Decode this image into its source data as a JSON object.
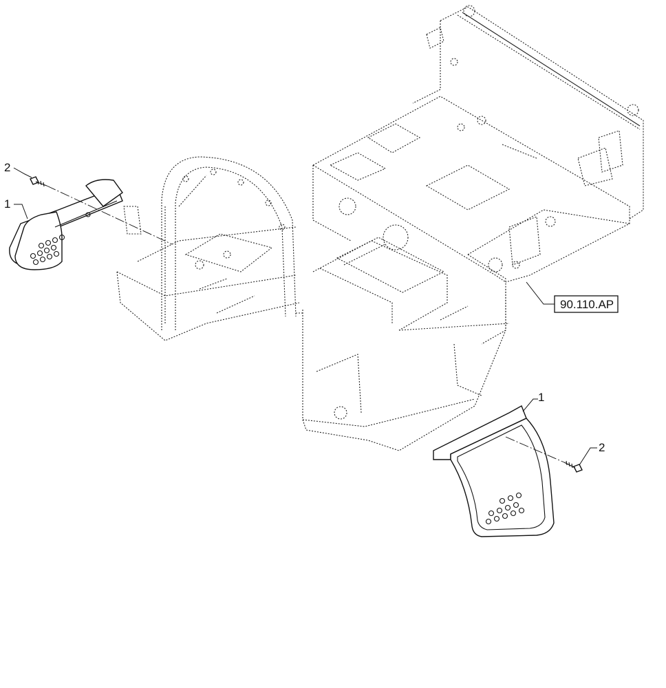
{
  "callouts": {
    "left_step": "1",
    "left_bolt": "2",
    "right_step": "1",
    "right_bolt": "2"
  },
  "reference": {
    "label": "90.110.AP"
  }
}
